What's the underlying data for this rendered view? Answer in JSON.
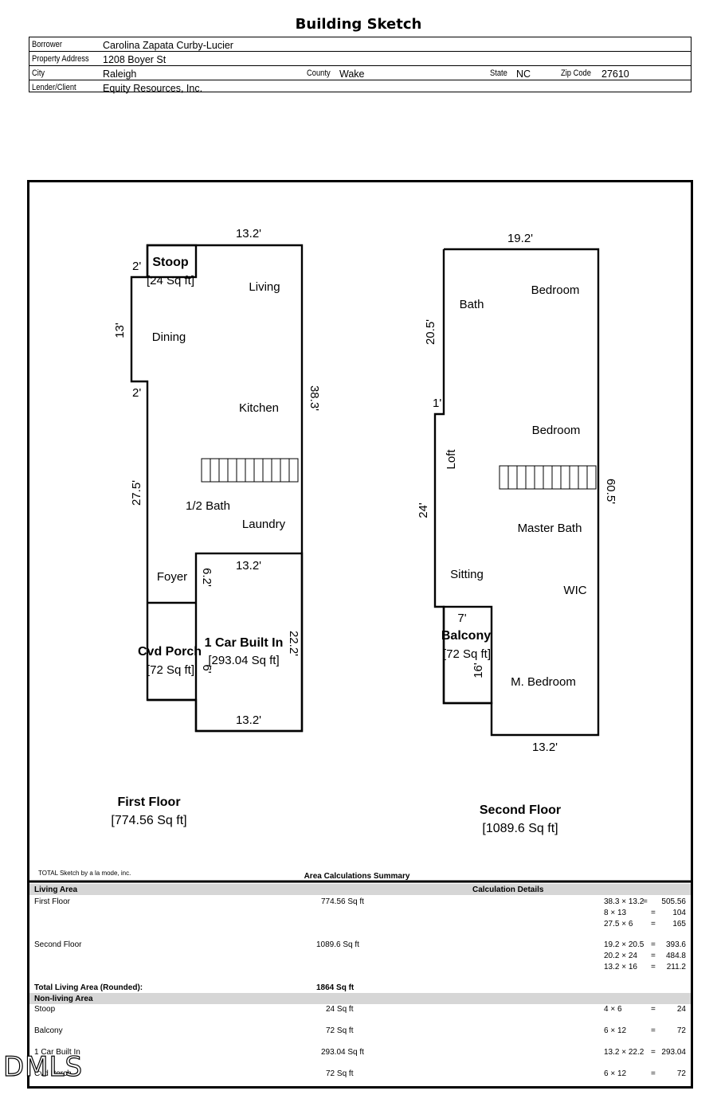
{
  "title": "Building Sketch",
  "info": {
    "borrower_label": "Borrower",
    "borrower": "Carolina Zapata Curby-Lucier",
    "address_label": "Property Address",
    "address": "1208 Boyer St",
    "city_label": "City",
    "city": "Raleigh",
    "county_label": "County",
    "county": "Wake",
    "state_label": "State",
    "state": "NC",
    "zip_label": "Zip Code",
    "zip": "27610",
    "lender_label": "Lender/Client",
    "lender": "Equity Resources, Inc."
  },
  "plan": {
    "first_floor": {
      "dims": {
        "top": "13.2'",
        "stoop_side": "2'",
        "dining_side": "13'",
        "notch": "2'",
        "right": "38.3'",
        "left_lower": "27.5'",
        "garage_top": "13.2'",
        "foyer_side": "6.2'",
        "garage_side": "22.2'",
        "porch_side": "6'",
        "garage_bottom": "13.2'"
      },
      "rooms": {
        "stoop": "Stoop",
        "stoop_area": "[24 Sq ft]",
        "living": "Living",
        "dining": "Dining",
        "kitchen": "Kitchen",
        "half_bath": "1/2 Bath",
        "laundry": "Laundry",
        "foyer": "Foyer",
        "porch": "Cvd Porch",
        "porch_area": "[72 Sq ft]",
        "garage": "1 Car Built In",
        "garage_area": "[293.04 Sq ft]"
      },
      "label": "First Floor",
      "area": "[774.56 Sq ft]"
    },
    "second_floor": {
      "dims": {
        "top": "19.2'",
        "left_upper": "20.5'",
        "step": "1'",
        "left_lower": "24'",
        "right": "60.5'",
        "balcony_top": "7'",
        "balcony_side": "16'",
        "bottom": "13.2'"
      },
      "rooms": {
        "bath": "Bath",
        "bedroom1": "Bedroom",
        "bedroom2": "Bedroom",
        "loft": "Loft",
        "master_bath": "Master Bath",
        "sitting": "Sitting",
        "wic": "WIC",
        "balcony": "Balcony",
        "balcony_area": "[72 Sq ft]",
        "m_bedroom": "M. Bedroom"
      },
      "label": "Second Floor",
      "area": "[1089.6 Sq ft]"
    },
    "software": "TOTAL Sketch by a la mode, inc."
  },
  "summary": {
    "title": "Area Calculations Summary",
    "living_header": "Living Area",
    "details_header": "Calculation Details",
    "first_floor": {
      "name": "First Floor",
      "area": "774.56 Sq ft",
      "calcs": [
        {
          "expr": "38.3 × 13.2",
          "eq": "=",
          "res": "505.56"
        },
        {
          "expr": "8 × 13",
          "eq": "=",
          "res": "104"
        },
        {
          "expr": "27.5 × 6",
          "eq": "=",
          "res": "165"
        }
      ]
    },
    "second_floor": {
      "name": "Second Floor",
      "area": "1089.6 Sq ft",
      "calcs": [
        {
          "expr": "19.2 × 20.5",
          "eq": "=",
          "res": "393.6"
        },
        {
          "expr": "20.2 × 24",
          "eq": "=",
          "res": "484.8"
        },
        {
          "expr": "13.2 × 16",
          "eq": "=",
          "res": "211.2"
        }
      ]
    },
    "total_label": "Total Living Area (Rounded):",
    "total": "1864 Sq ft",
    "nonliving_header": "Non-living Area",
    "nonliving": [
      {
        "name": "Stoop",
        "area": "24 Sq ft",
        "expr": "4 × 6",
        "eq": "=",
        "res": "24"
      },
      {
        "name": "Balcony",
        "area": "72 Sq ft",
        "expr": "6 × 12",
        "eq": "=",
        "res": "72"
      },
      {
        "name": "1 Car Built In",
        "area": "293.04 Sq ft",
        "expr": "13.2 × 22.2",
        "eq": "=",
        "res": "293.04"
      },
      {
        "name": "Cvd Porch",
        "area": "72 Sq ft",
        "expr": "6 × 12",
        "eq": "=",
        "res": "72"
      }
    ]
  },
  "watermark": "DMLS"
}
